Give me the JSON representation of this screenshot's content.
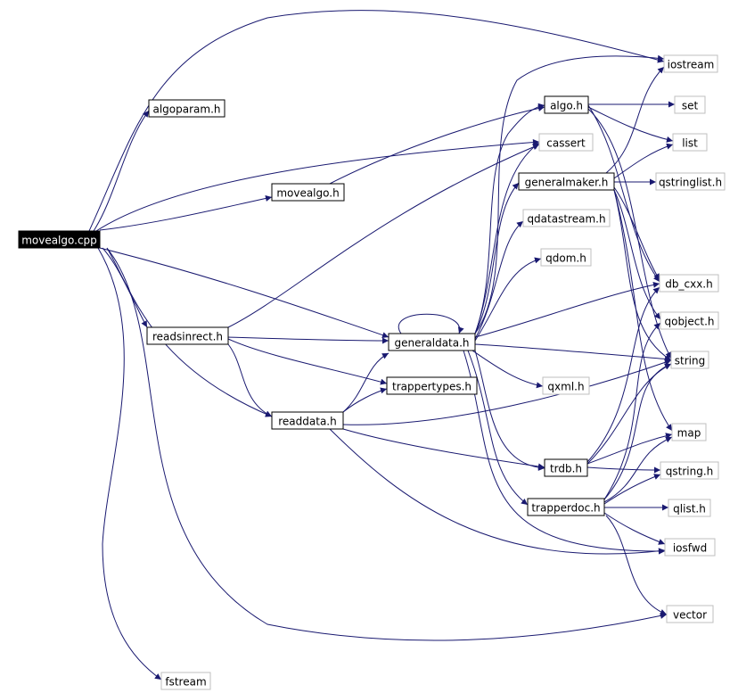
{
  "diagram": {
    "nodes": {
      "movealgo_cpp": {
        "label": "movealgo.cpp",
        "kind": "root"
      },
      "iostream": {
        "label": "iostream",
        "kind": "external"
      },
      "algoparam_h": {
        "label": "algoparam.h",
        "kind": "local"
      },
      "set": {
        "label": "set",
        "kind": "external"
      },
      "algo_h": {
        "label": "algo.h",
        "kind": "local"
      },
      "cassert": {
        "label": "cassert",
        "kind": "external"
      },
      "list": {
        "label": "list",
        "kind": "external"
      },
      "generalmaker_h": {
        "label": "generalmaker.h",
        "kind": "local"
      },
      "qstringlist_h": {
        "label": "qstringlist.h",
        "kind": "external"
      },
      "movealgo_h": {
        "label": "movealgo.h",
        "kind": "local"
      },
      "qdatastream_h": {
        "label": "qdatastream.h",
        "kind": "external"
      },
      "qdom_h": {
        "label": "qdom.h",
        "kind": "external"
      },
      "db_cxx_h": {
        "label": "db_cxx.h",
        "kind": "external"
      },
      "qobject_h": {
        "label": "qobject.h",
        "kind": "external"
      },
      "readsinrect_h": {
        "label": "readsinrect.h",
        "kind": "local"
      },
      "generaldata_h": {
        "label": "generaldata.h",
        "kind": "local"
      },
      "string": {
        "label": "string",
        "kind": "external"
      },
      "trappertypes_h": {
        "label": "trappertypes.h",
        "kind": "local"
      },
      "qxml_h": {
        "label": "qxml.h",
        "kind": "external"
      },
      "readdata_h": {
        "label": "readdata.h",
        "kind": "local"
      },
      "map": {
        "label": "map",
        "kind": "external"
      },
      "trdb_h": {
        "label": "trdb.h",
        "kind": "local"
      },
      "qstring_h": {
        "label": "qstring.h",
        "kind": "external"
      },
      "trapperdoc_h": {
        "label": "trapperdoc.h",
        "kind": "local"
      },
      "qlist_h": {
        "label": "qlist.h",
        "kind": "external"
      },
      "iosfwd": {
        "label": "iosfwd",
        "kind": "external"
      },
      "vector": {
        "label": "vector",
        "kind": "external"
      },
      "fstream": {
        "label": "fstream",
        "kind": "external"
      }
    },
    "edges": [
      [
        "movealgo_cpp",
        "iostream"
      ],
      [
        "movealgo_cpp",
        "algoparam_h"
      ],
      [
        "movealgo_cpp",
        "cassert"
      ],
      [
        "movealgo_cpp",
        "movealgo_h"
      ],
      [
        "movealgo_cpp",
        "readsinrect_h"
      ],
      [
        "movealgo_cpp",
        "generaldata_h"
      ],
      [
        "movealgo_cpp",
        "readdata_h"
      ],
      [
        "movealgo_cpp",
        "vector"
      ],
      [
        "movealgo_cpp",
        "fstream"
      ],
      [
        "movealgo_h",
        "algo_h"
      ],
      [
        "readsinrect_h",
        "cassert"
      ],
      [
        "readsinrect_h",
        "generaldata_h"
      ],
      [
        "readsinrect_h",
        "trappertypes_h"
      ],
      [
        "readsinrect_h",
        "readdata_h"
      ],
      [
        "readdata_h",
        "generaldata_h"
      ],
      [
        "readdata_h",
        "trappertypes_h"
      ],
      [
        "readdata_h",
        "string"
      ],
      [
        "readdata_h",
        "trdb_h"
      ],
      [
        "readdata_h",
        "iosfwd"
      ],
      [
        "generaldata_h",
        "generaldata_h"
      ],
      [
        "generaldata_h",
        "iostream"
      ],
      [
        "generaldata_h",
        "algo_h"
      ],
      [
        "generaldata_h",
        "cassert"
      ],
      [
        "generaldata_h",
        "generalmaker_h"
      ],
      [
        "generaldata_h",
        "qdatastream_h"
      ],
      [
        "generaldata_h",
        "qdom_h"
      ],
      [
        "generaldata_h",
        "db_cxx_h"
      ],
      [
        "generaldata_h",
        "string"
      ],
      [
        "generaldata_h",
        "qxml_h"
      ],
      [
        "generaldata_h",
        "trdb_h"
      ],
      [
        "generaldata_h",
        "trapperdoc_h"
      ],
      [
        "generaldata_h",
        "iosfwd"
      ],
      [
        "algo_h",
        "set"
      ],
      [
        "algo_h",
        "list"
      ],
      [
        "algo_h",
        "string"
      ],
      [
        "algo_h",
        "db_cxx_h"
      ],
      [
        "generalmaker_h",
        "list"
      ],
      [
        "generalmaker_h",
        "qstringlist_h"
      ],
      [
        "generalmaker_h",
        "db_cxx_h"
      ],
      [
        "generalmaker_h",
        "qobject_h"
      ],
      [
        "generalmaker_h",
        "string"
      ],
      [
        "generalmaker_h",
        "map"
      ],
      [
        "generalmaker_h",
        "iostream"
      ],
      [
        "trdb_h",
        "map"
      ],
      [
        "trdb_h",
        "qstring_h"
      ],
      [
        "trdb_h",
        "string"
      ],
      [
        "trdb_h",
        "db_cxx_h"
      ],
      [
        "trapperdoc_h",
        "qlist_h"
      ],
      [
        "trapperdoc_h",
        "qstring_h"
      ],
      [
        "trapperdoc_h",
        "iosfwd"
      ],
      [
        "trapperdoc_h",
        "vector"
      ],
      [
        "trapperdoc_h",
        "map"
      ],
      [
        "trapperdoc_h",
        "qobject_h"
      ],
      [
        "trapperdoc_h",
        "string"
      ]
    ]
  }
}
